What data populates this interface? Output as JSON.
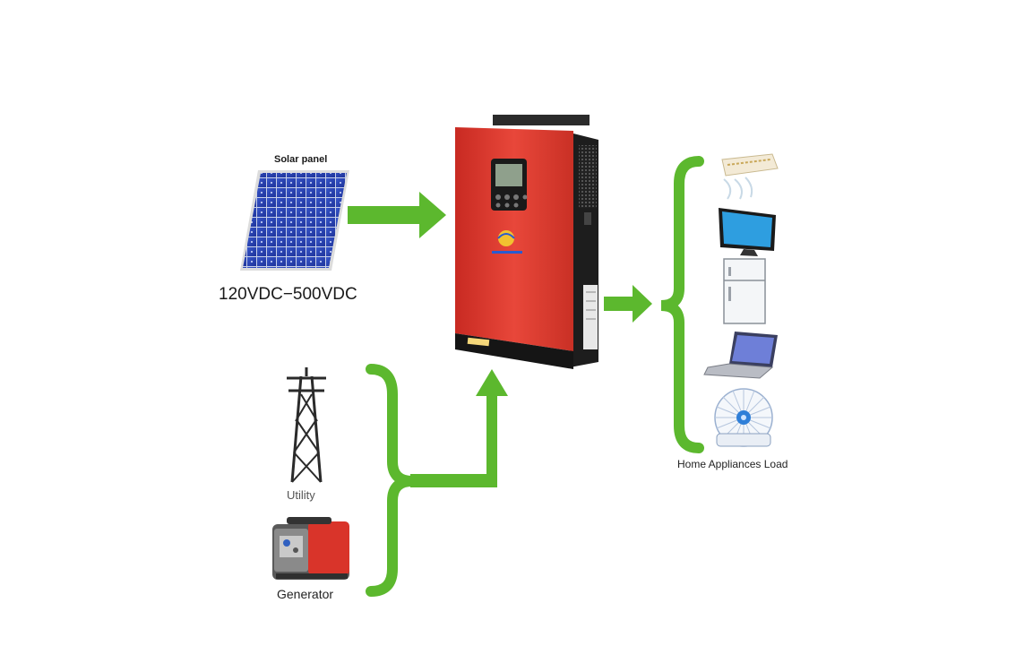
{
  "labels": {
    "solar_panel": "Solar panel",
    "voltage": "120VDC−500VDC",
    "utility": "Utility",
    "generator": "Generator",
    "load": "Home Appliances Load"
  },
  "colors": {
    "arrow_green": "#5cb82e",
    "inverter_red": "#e03a2e",
    "inverter_dark": "#1c1c1c",
    "solar_blue": "#2a47b8"
  },
  "icons": [
    "solar-panel-icon",
    "inverter-icon",
    "power-tower-icon",
    "generator-icon",
    "air-conditioner-icon",
    "tv-icon",
    "fridge-icon",
    "laptop-icon",
    "fan-icon"
  ]
}
